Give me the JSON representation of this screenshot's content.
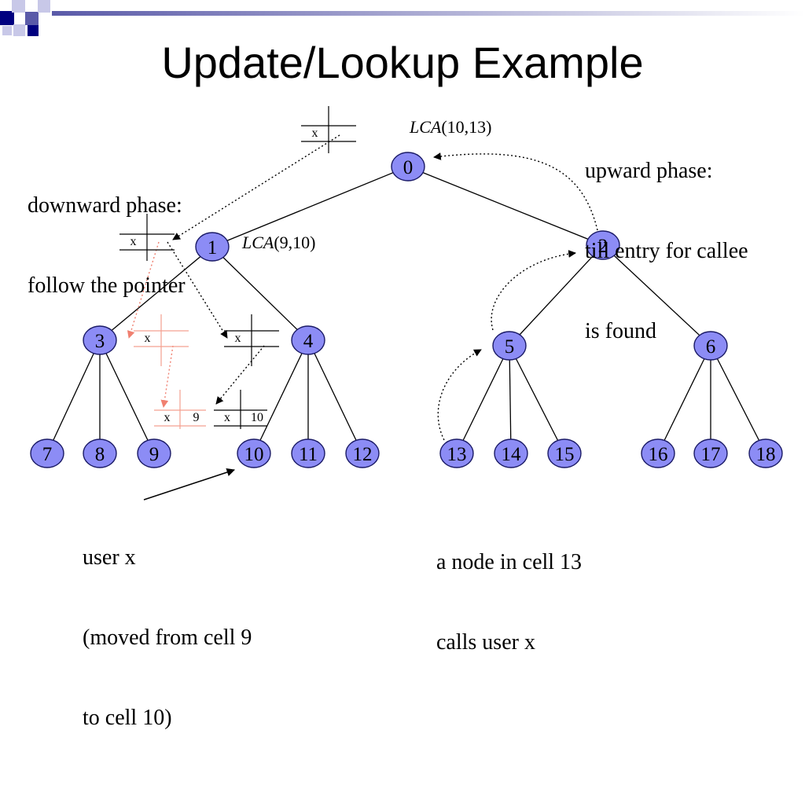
{
  "slide": {
    "title": "Update/Lookup Example",
    "notes": {
      "downward": [
        "downward phase:",
        "follow the pointer"
      ],
      "upward": [
        "upward phase:",
        "till entry for callee",
        "is found"
      ],
      "user": [
        "user x",
        "(moved from cell 9",
        "to cell 10)"
      ],
      "caller": [
        "a node in cell 13",
        "calls user x"
      ]
    },
    "lca_labels": {
      "root": {
        "func": "LCA",
        "args": "(10,13)"
      },
      "node1": {
        "func": "LCA",
        "args": "(9,10)"
      }
    }
  },
  "tree": {
    "nodes": [
      "0",
      "1",
      "2",
      "3",
      "4",
      "5",
      "6",
      "7",
      "8",
      "9",
      "10",
      "11",
      "12",
      "13",
      "14",
      "15",
      "16",
      "17",
      "18"
    ],
    "edges": [
      [
        "0",
        "1"
      ],
      [
        "0",
        "2"
      ],
      [
        "1",
        "3"
      ],
      [
        "1",
        "4"
      ],
      [
        "2",
        "5"
      ],
      [
        "2",
        "6"
      ],
      [
        "3",
        "7"
      ],
      [
        "3",
        "8"
      ],
      [
        "3",
        "9"
      ],
      [
        "4",
        "10"
      ],
      [
        "4",
        "11"
      ],
      [
        "4",
        "12"
      ],
      [
        "5",
        "13"
      ],
      [
        "5",
        "14"
      ],
      [
        "5",
        "15"
      ],
      [
        "6",
        "16"
      ],
      [
        "6",
        "17"
      ],
      [
        "6",
        "18"
      ]
    ]
  },
  "pointer_tables": [
    {
      "id": "table-0",
      "entry": "x",
      "value": "",
      "color": "#000000"
    },
    {
      "id": "table-1",
      "entry": "x",
      "value": "",
      "color": "#000000"
    },
    {
      "id": "table-3",
      "entry": "x",
      "value": "",
      "color": "#f4a090"
    },
    {
      "id": "table-4",
      "entry": "x",
      "value": "",
      "color": "#000000"
    },
    {
      "id": "table-9",
      "entry": "x",
      "value": "9",
      "color": "#f4a090"
    },
    {
      "id": "table-10",
      "entry": "x",
      "value": "10",
      "color": "#000000"
    }
  ],
  "colors": {
    "node_fill": "#8c8cf5",
    "node_stroke": "#1a1a66",
    "old_pointer": "#f08070",
    "header_dark": "#000080",
    "header_mid": "#5a5aa8",
    "header_light": "#c8c8e8"
  }
}
